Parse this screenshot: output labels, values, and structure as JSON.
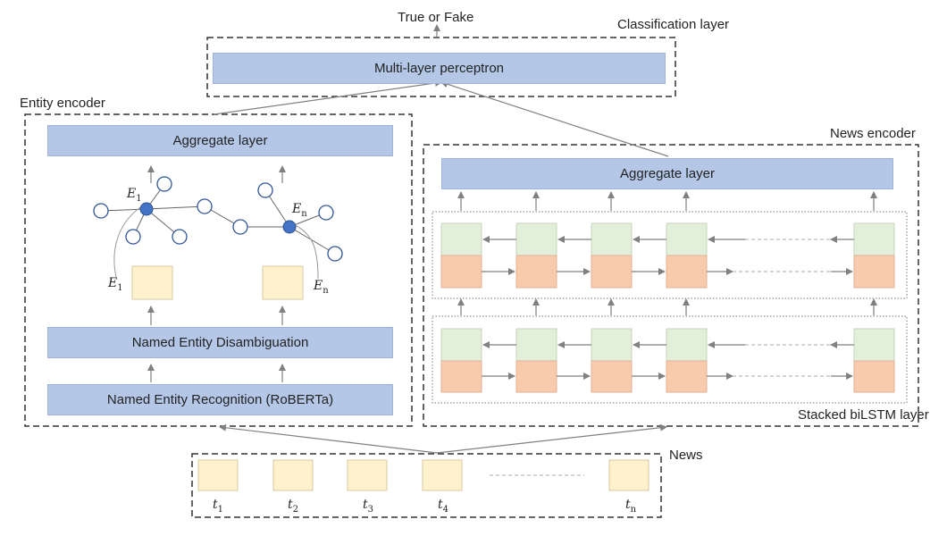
{
  "output_label": "True or Fake",
  "classification": {
    "title": "Classification layer",
    "mlp_label": "Multi-layer perceptron"
  },
  "entity_encoder": {
    "title": "Entity encoder",
    "aggregate_label": "Aggregate layer",
    "ned_label": "Named Entity Disambiguation",
    "ner_label": "Named Entity Recognition (RoBERTa)",
    "entity_first": {
      "base": "E",
      "sub": "1"
    },
    "entity_last": {
      "base": "E",
      "sub": "n"
    }
  },
  "news_encoder": {
    "title": "News encoder",
    "aggregate_label": "Aggregate layer",
    "bilstm_label": "Stacked biLSTM layer"
  },
  "news": {
    "title": "News",
    "tokens": [
      {
        "base": "t",
        "sub": "1"
      },
      {
        "base": "t",
        "sub": "2"
      },
      {
        "base": "t",
        "sub": "3"
      },
      {
        "base": "t",
        "sub": "4"
      },
      {
        "base": "t",
        "sub": "n"
      }
    ]
  },
  "colors": {
    "layer_fill": "#b4c7e7",
    "entity_fill": "#fff2cc",
    "lstm_top_fill": "#e2efda",
    "lstm_bottom_fill": "#f8cbad",
    "node_fill": "#4472c4",
    "node_stroke": "#2f5597",
    "arrow": "#808080"
  }
}
